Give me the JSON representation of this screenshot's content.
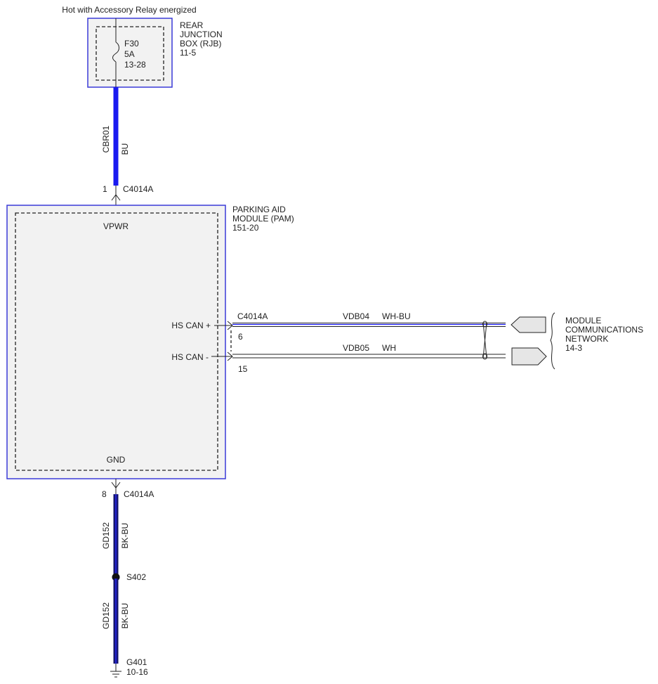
{
  "top_note": "Hot with Accessory Relay energized",
  "rjb": {
    "name_lines": [
      "REAR",
      "JUNCTION",
      "BOX (RJB)"
    ],
    "ref": "11-5",
    "fuse_id": "F30",
    "fuse_rating": "5A",
    "fuse_ref": "13-28"
  },
  "power_wire": {
    "circuit": "CBR01",
    "color": "BU",
    "color_hex": "#1a1af0",
    "pin": "1",
    "connector": "C4014A"
  },
  "pam": {
    "name_lines": [
      "PARKING AID",
      "MODULE (PAM)"
    ],
    "ref": "151-20",
    "vpwr_label": "VPWR",
    "gnd_label": "GND",
    "can_plus_label": "HS CAN +",
    "can_minus_label": "HS CAN -"
  },
  "can_wires": {
    "connector": "C4014A",
    "plus": {
      "circuit": "VDB04",
      "color": "WH-BU",
      "pin": "6"
    },
    "minus": {
      "circuit": "VDB05",
      "color": "WH",
      "pin": "15"
    }
  },
  "network": {
    "name_lines": [
      "MODULE",
      "COMMUNICATIONS",
      "NETWORK"
    ],
    "ref": "14-3"
  },
  "ground_wire": {
    "pin": "8",
    "connector": "C4014A",
    "circuit_upper": "GD152",
    "color_upper": "BK-BU",
    "splice": "S402",
    "circuit_lower": "GD152",
    "color_lower": "BK-BU",
    "ground_id": "G401",
    "ground_ref": "10-16",
    "color_hex": "#14146e"
  }
}
